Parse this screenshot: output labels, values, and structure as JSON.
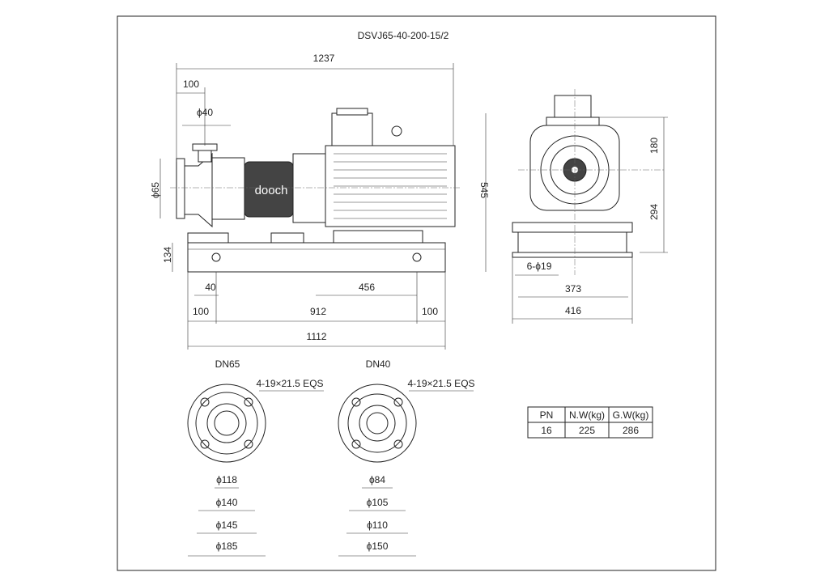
{
  "title": "DSVJ65-40-200-15/2",
  "logo": "dooch",
  "front_view": {
    "overall_length": "1237",
    "suction_offset": "100",
    "discharge_dia": "ϕ40",
    "suction_dia": "ϕ65",
    "base_height": "134",
    "total_height": "545",
    "dim_40": "40",
    "dim_456": "456",
    "left_100": "100",
    "bolt_span": "912",
    "right_100": "100",
    "base_length": "1112"
  },
  "side_view": {
    "upper_height": "180",
    "shaft_height": "294",
    "holes": "6-ϕ19",
    "inner_width": "373",
    "base_width": "416"
  },
  "flanges": [
    {
      "name": "DN65",
      "holes": "4-19×21.5 EQS",
      "dims": [
        "ϕ118",
        "ϕ140",
        "ϕ145",
        "ϕ185"
      ]
    },
    {
      "name": "DN40",
      "holes": "4-19×21.5 EQS",
      "dims": [
        "ϕ84",
        "ϕ105",
        "ϕ110",
        "ϕ150"
      ]
    }
  ],
  "table": {
    "headers": [
      "PN",
      "N.W(kg)",
      "G.W(kg)"
    ],
    "row": [
      "16",
      "225",
      "286"
    ]
  }
}
